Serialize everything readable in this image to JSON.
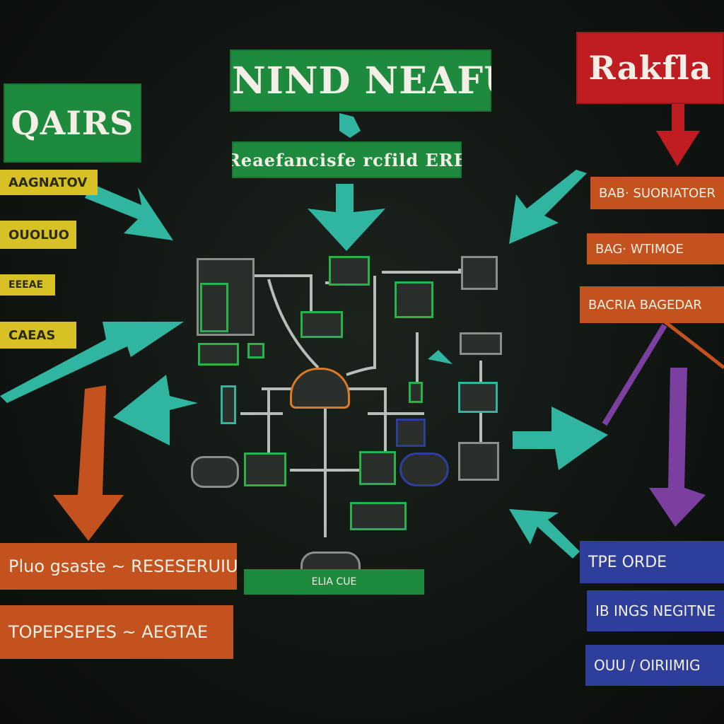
{
  "headers": {
    "center_title": "SNIND NEAFU",
    "center_subtitle": "Reaefancisfe rcfild ERE",
    "left_title": "QAIRS",
    "right_title": "Rakfla"
  },
  "left_yellow_items": [
    "AAGNATOV",
    "OUOLUO",
    "EEEAE",
    "CAEAS"
  ],
  "right_orange_items": [
    "BAB· SUORIATOER",
    "BAG· WTIMOE",
    "BACRIA BAGEDAR"
  ],
  "bottom_left_orange_items": [
    "Pluo gsaste ~ RESESERUIU",
    "TOPEPSEPES ~ AEGTAE"
  ],
  "bottom_right_blue_items": [
    "TPE ORDE",
    "IB INGS NEGITNE",
    "OUU / OIRIIMIG"
  ],
  "center_bottom_green": "ELIA CUE",
  "colors": {
    "green": "#1e8a3e",
    "red": "#c01d22",
    "orange": "#c4521f",
    "yellow": "#d8c124",
    "blue": "#2d3f9a",
    "teal": "#2fb5a0",
    "purple": "#7b3fa0"
  }
}
